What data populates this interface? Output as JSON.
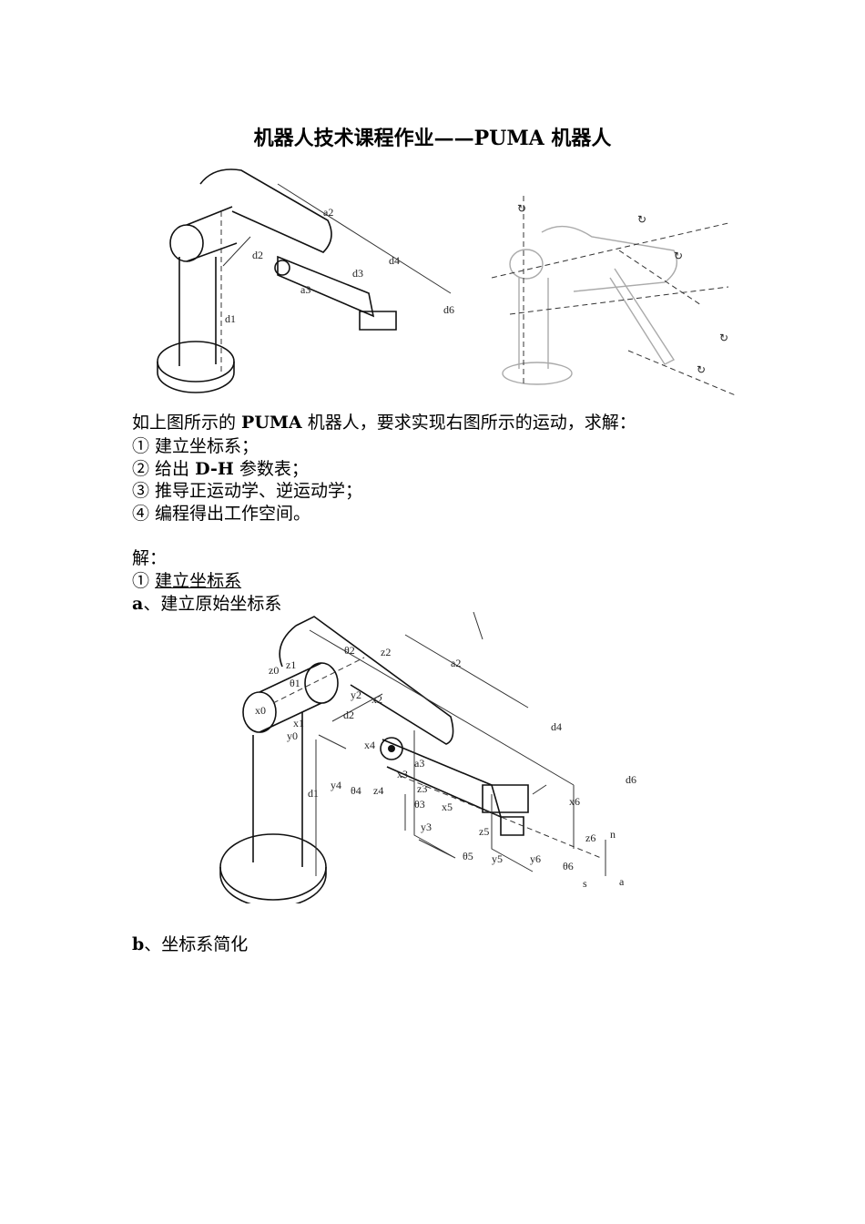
{
  "title": {
    "prefix": "机器人技术课程作业——",
    "bold": "PUMA",
    "suffix": " 机器人"
  },
  "figure1": {
    "labels": [
      "a2",
      "d2",
      "d3",
      "a3",
      "d4",
      "d6",
      "d1"
    ]
  },
  "intro": {
    "prefix": "如上图所示的 ",
    "bold": "PUMA",
    "suffix": " 机器人，要求实现右图所示的运动，求解："
  },
  "tasks": [
    {
      "num": "①",
      "text": " 建立坐标系；"
    },
    {
      "num": "②",
      "text": " 给出 ",
      "bold": "D-H",
      "text2": " 参数表；"
    },
    {
      "num": "③",
      "text": " 推导正运动学、逆运动学；"
    },
    {
      "num": "④",
      "text": " 编程得出工作空间。"
    }
  ],
  "solution": {
    "heading": "解：",
    "step1_num": "①",
    "step1": "建立坐标系",
    "sub_a_letter": "a",
    "sub_a": "、建立原始坐标系",
    "sub_b_letter": "b",
    "sub_b": "、坐标系简化"
  },
  "figure3": {
    "labels": [
      "z0",
      "z1",
      "θ1",
      "x0",
      "x1",
      "y0",
      "θ2",
      "z2",
      "y2",
      "x2",
      "d2",
      "a2",
      "d4",
      "d6",
      "d1",
      "x4",
      "y4",
      "θ4",
      "z4",
      "a3",
      "x3",
      "z3",
      "θ3",
      "y3",
      "x5",
      "z5",
      "θ5",
      "y5",
      "x6",
      "y6",
      "z6",
      "θ6",
      "n",
      "s",
      "a"
    ]
  }
}
